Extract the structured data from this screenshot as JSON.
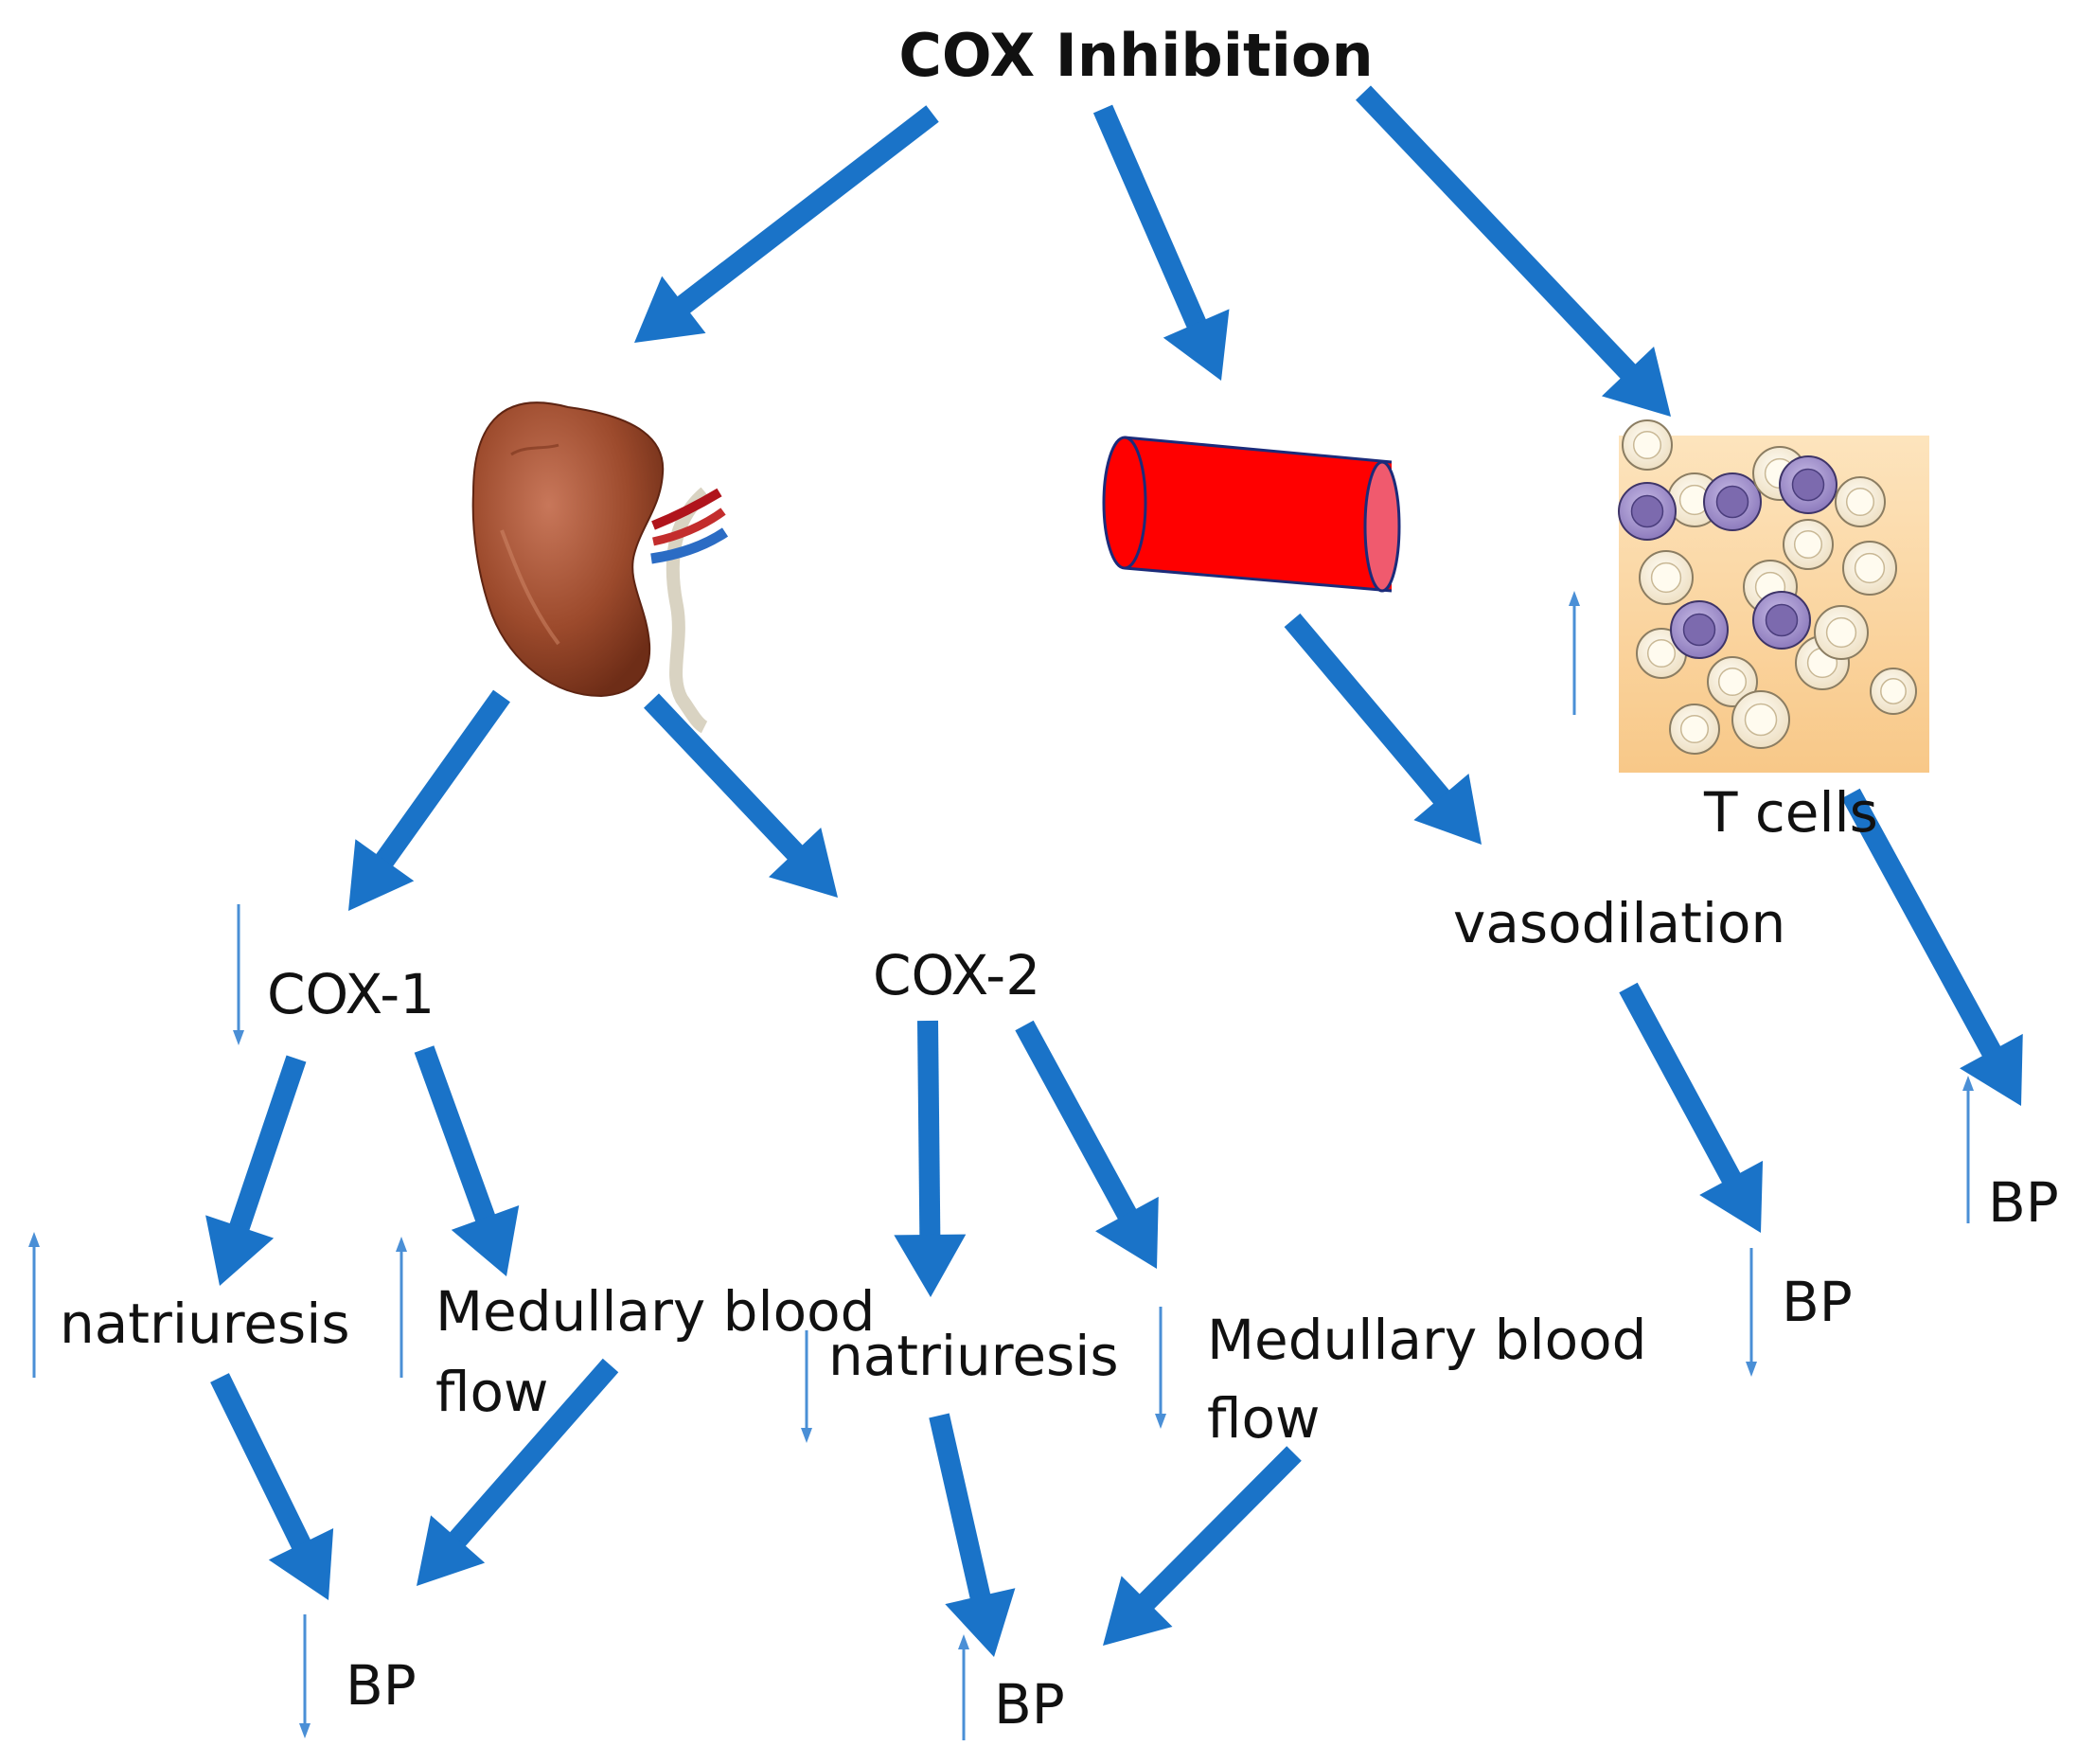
{
  "title": "COX Inhibition",
  "kidney": {
    "cox1": {
      "label": "COX-1",
      "direction": "down",
      "natriuresis": {
        "label": "natriuresis",
        "direction": "up"
      },
      "blood_flow": {
        "line1": "Medullary blood",
        "line2": "flow",
        "direction": "up"
      },
      "bp": {
        "label": "BP",
        "direction": "down"
      }
    },
    "cox2": {
      "label": "COX-2",
      "natriuresis": {
        "label": "natriuresis",
        "direction": "down"
      },
      "blood_flow": {
        "line1": "Medullary blood",
        "line2": "flow",
        "direction": "down"
      },
      "bp": {
        "label": "BP",
        "direction": "up"
      }
    }
  },
  "vessel": {
    "effect": "vasodilation",
    "bp": {
      "label": "BP",
      "direction": "down"
    }
  },
  "tcells": {
    "label": "T cells",
    "direction": "up",
    "bp": {
      "label": "BP",
      "direction": "up"
    }
  },
  "colors": {
    "arrow": "#1a73c8",
    "indicator": "#4a8fd6",
    "vessel": "#ff0000",
    "vessel_end": "#f05a6e",
    "kidney": "#9c4a2c",
    "tcell_bg": "#fbd7a0",
    "tcell_purple": "#9d8cc9"
  }
}
